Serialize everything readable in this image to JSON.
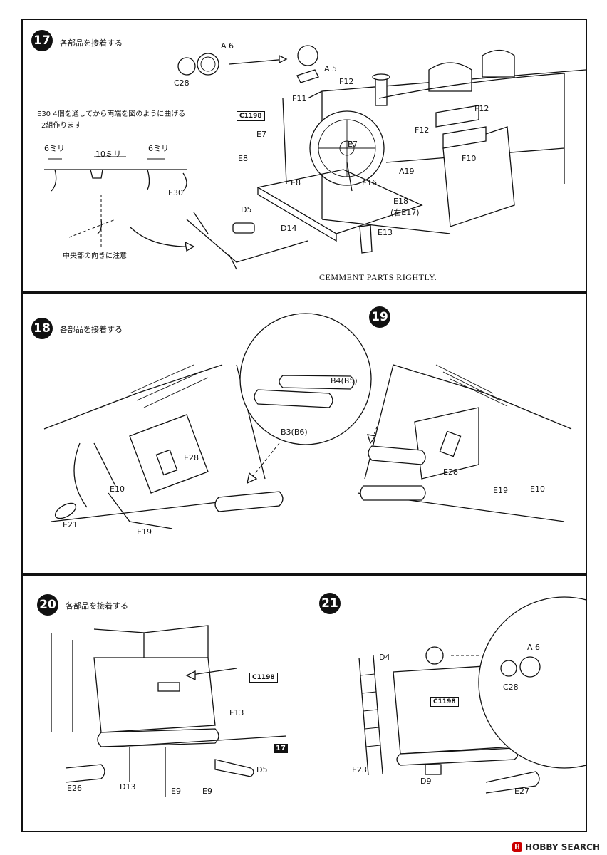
{
  "steps": {
    "s17": {
      "number": "17",
      "title": "各部品を接着する",
      "caption": "CEMMENT PARTS RIGHTLY.",
      "note": "E30 4個を通してから両端を図のように曲げる",
      "note2": "2組作ります",
      "center_note": "中央部の向きに注意",
      "plate": "C1198"
    },
    "s18": {
      "number": "18",
      "title": "各部品を接着する"
    },
    "s19": {
      "number": "19"
    },
    "s20": {
      "number": "20",
      "title": "各部品を接着する",
      "plate": "C1198",
      "ref": "17"
    },
    "s21": {
      "number": "21",
      "plate": "C1198"
    }
  },
  "labels17": {
    "a6": "A 6",
    "c28": "C28",
    "a5": "A 5",
    "f12a": "F12",
    "f11": "F11",
    "f12b": "F12",
    "f12c": "F12",
    "e7a": "E7",
    "e7b": "E7",
    "e8a": "E8",
    "e8b": "E8",
    "e16": "E16",
    "a19": "A19",
    "f10": "F10",
    "e18": "E18",
    "e18sub": "(右E17)",
    "d5": "D5",
    "d14": "D14",
    "e13": "E13",
    "e30": "E30",
    "m6a": "6ミリ",
    "m10": "10ミリ",
    "m6b": "6ミリ"
  },
  "labels18": {
    "b4": "B4(B5)",
    "b3": "B3(B6)",
    "e28": "E28",
    "e10": "E10",
    "e21": "E21",
    "e19": "E19"
  },
  "labels19": {
    "e28": "E28",
    "e19": "E19",
    "e10": "E10"
  },
  "labels20": {
    "f13": "F13",
    "d5": "D5",
    "e26": "E26",
    "d13": "D13",
    "e9a": "E9",
    "e9b": "E9"
  },
  "labels21": {
    "d4": "D4",
    "a6": "A 6",
    "c28": "C28",
    "e23": "E23",
    "d9": "D9",
    "e27": "E27"
  },
  "watermark": {
    "icon": "H",
    "text": "HOBBY SEARCH"
  }
}
